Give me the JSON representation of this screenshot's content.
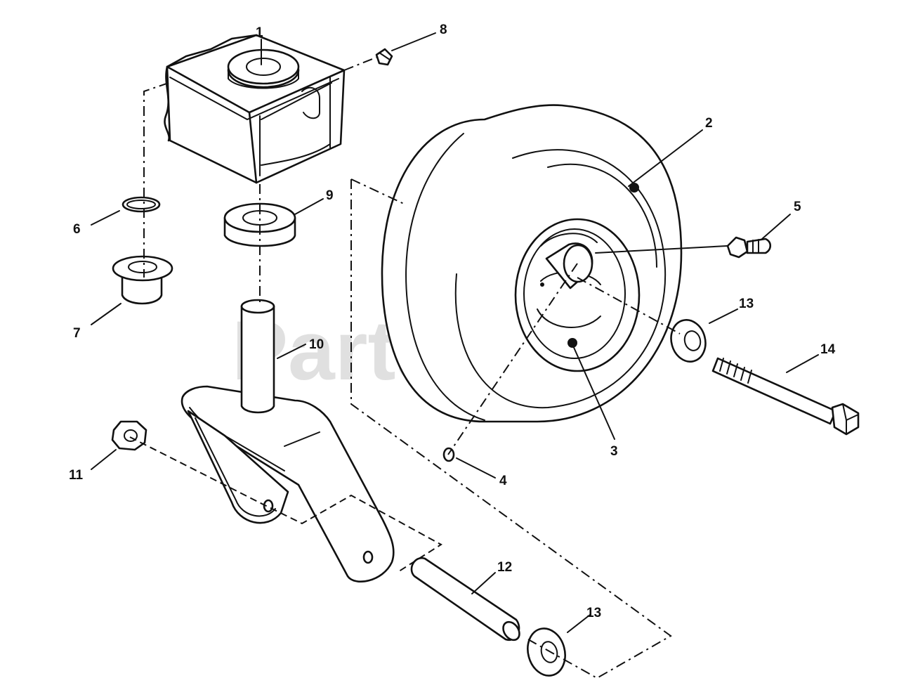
{
  "watermark": "PartsTree",
  "callouts": {
    "c1": "1",
    "c2": "2",
    "c3": "3",
    "c4": "4",
    "c5": "5",
    "c6": "6",
    "c7": "7",
    "c8": "8",
    "c9": "9",
    "c10": "10",
    "c11": "11",
    "c12": "12",
    "c13a": "13",
    "c13b": "13",
    "c14": "14"
  }
}
